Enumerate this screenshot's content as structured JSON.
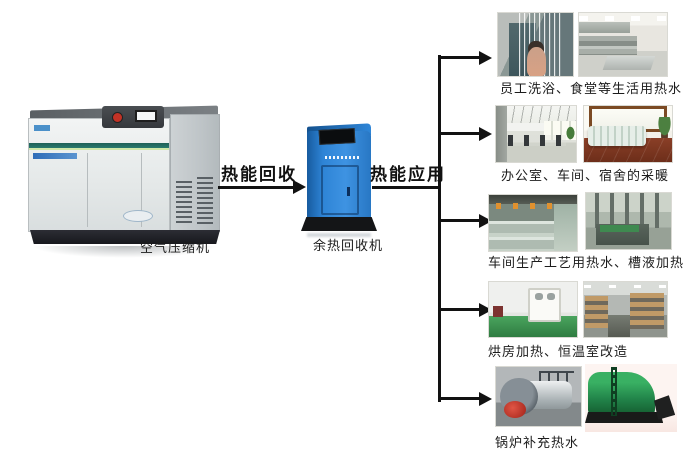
{
  "diagram": {
    "source": {
      "label": "空气压缩机"
    },
    "recovery_unit": {
      "label": "余热回收机"
    },
    "flow": {
      "recovery_label": "热能回收",
      "application_label": "热能应用"
    },
    "applications": [
      {
        "label": "员工洗浴、食堂等生活用热水",
        "photos": [
          "shower",
          "canteen-kitchen"
        ]
      },
      {
        "label": "办公室、车间、宿舍的采暖",
        "photos": [
          "office",
          "radiator"
        ]
      },
      {
        "label": "车间生产工艺用热水、槽液加热",
        "photos": [
          "plating-line",
          "process-tanks"
        ]
      },
      {
        "label": "烘房加热、恒温室改造",
        "photos": [
          "drying-room",
          "storage-racks"
        ]
      },
      {
        "label": "锅炉补充热水",
        "photos": [
          "steel-boiler",
          "green-boiler"
        ]
      }
    ],
    "colors": {
      "background": "#ffffff",
      "arrow": "#121212",
      "text": "#1c1c1c",
      "recovery_unit_blue": "#2e84d6",
      "compressor_gray": "#e9eced"
    }
  }
}
